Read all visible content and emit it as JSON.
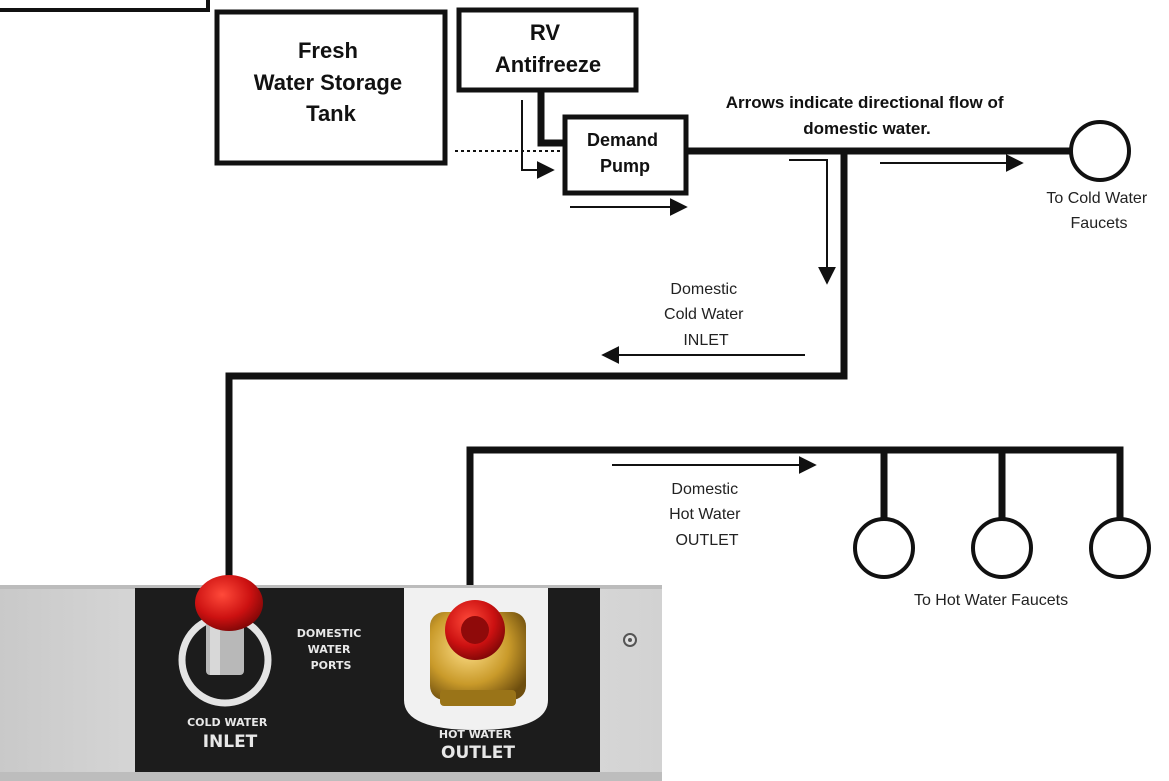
{
  "diagram": {
    "fresh_tank": {
      "lines": [
        "Fresh",
        "Water Storage",
        "Tank"
      ]
    },
    "antifreeze": {
      "lines": [
        "RV",
        "Antifreeze"
      ]
    },
    "pump": {
      "lines": [
        "Demand",
        "Pump"
      ]
    },
    "note": {
      "lines": [
        "Arrows indicate directional flow of",
        "domestic water."
      ]
    },
    "cold_faucets_label": {
      "lines": [
        "To Cold Water",
        "Faucets"
      ]
    },
    "cold_inlet_label": {
      "lines": [
        "Domestic",
        "Cold Water",
        "INLET"
      ]
    },
    "hot_outlet_label": {
      "lines": [
        "Domestic",
        "Hot Water",
        "OUTLET"
      ]
    },
    "hot_faucets_label": "To Hot Water Faucets",
    "panel": {
      "ports_label": [
        "DOMESTIC",
        "WATER",
        "PORTS"
      ],
      "cold_port_label": [
        "COLD WATER",
        "INLET"
      ],
      "hot_port_label": [
        "HOT WATER",
        "OUTLET"
      ]
    }
  },
  "colors": {
    "pipe": "#111111",
    "panel": "#1c1c1c",
    "heater_body": "#dcdcdc",
    "cap": "#cc1111",
    "brass": "#b8922a"
  }
}
